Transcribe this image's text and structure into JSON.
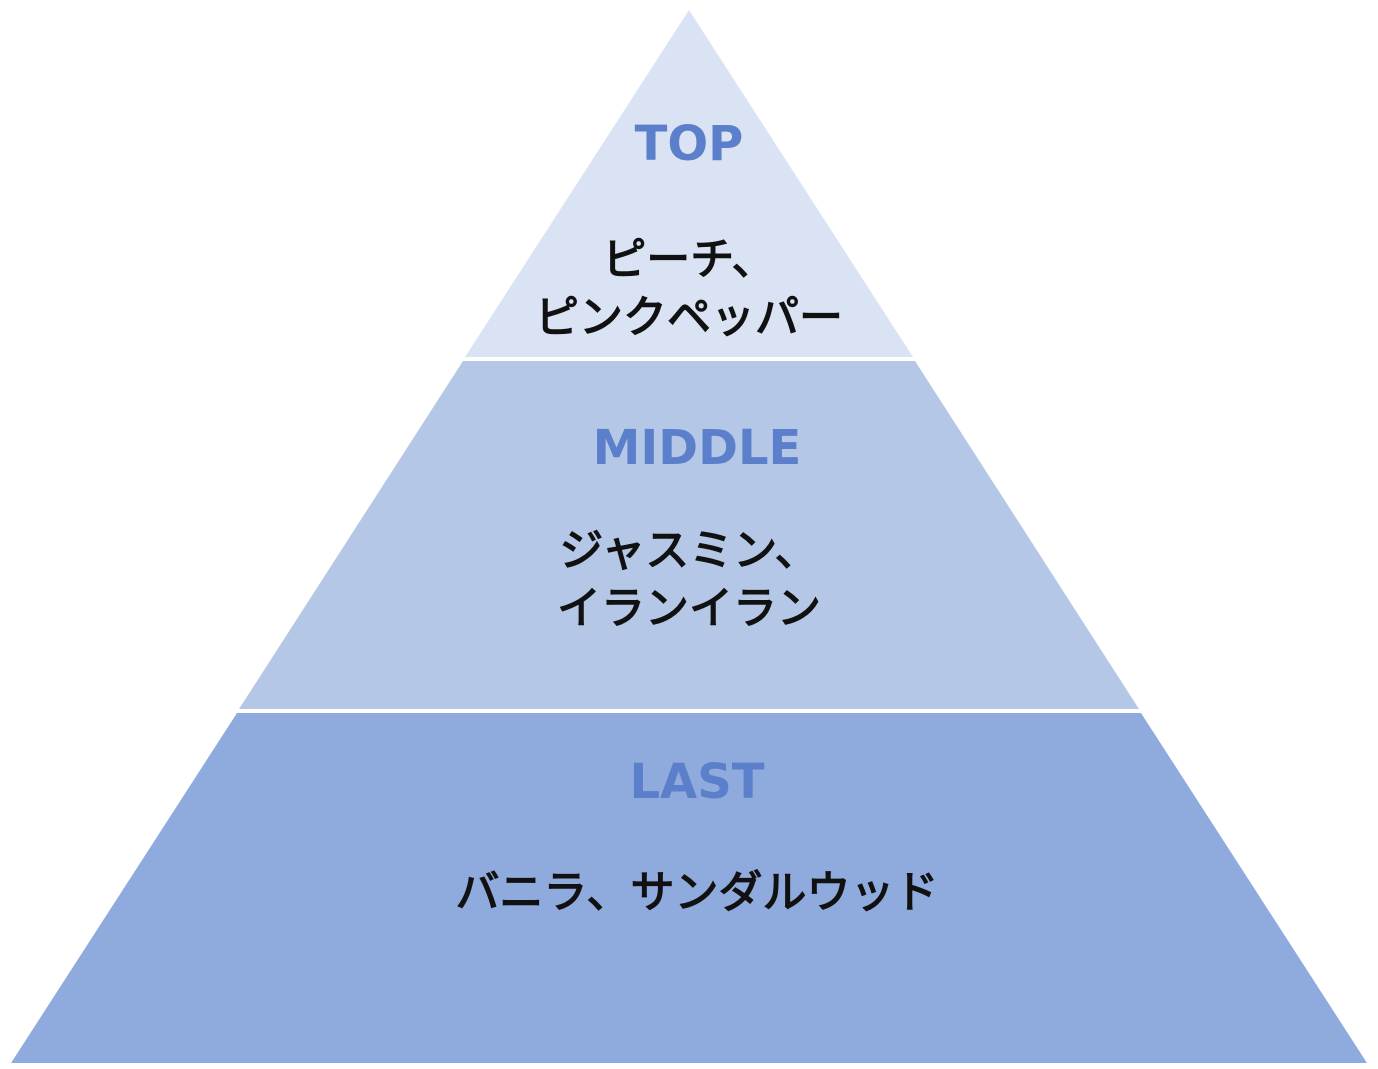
{
  "colors": {
    "top_fill": "#dae3f3",
    "middle_fill": "#b4c7e7",
    "last_fill": "#8faadc",
    "label_color": "#5b7fcb",
    "separator": "#ffffff"
  },
  "tiers": [
    {
      "title": "TOP",
      "notes": [
        "ピーチ、",
        "ピンクペッパー"
      ]
    },
    {
      "title": "MIDDLE",
      "notes": [
        "ジャスミン、",
        "イランイラン"
      ]
    },
    {
      "title": "LAST",
      "notes": [
        "バニラ、サンダルウッド"
      ]
    }
  ]
}
